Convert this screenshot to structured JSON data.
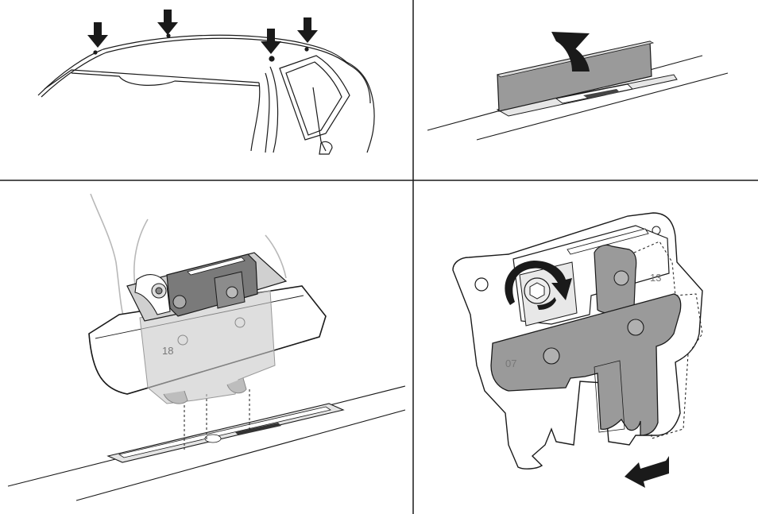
{
  "colors": {
    "line": "#1a1a1a",
    "light_line": "#888888",
    "ghost": "#bdbdbd",
    "part_gray": "#9a9a9a",
    "dark_gray": "#555555",
    "arrow": "#1a1a1a",
    "background": "#ffffff"
  },
  "panels": [
    {
      "id": "roof-points",
      "labels": []
    },
    {
      "id": "rail-cover",
      "labels": []
    },
    {
      "id": "foot-mount",
      "labels": [
        {
          "text": "18"
        }
      ]
    },
    {
      "id": "pad-adjust",
      "labels": [
        {
          "text": "13"
        },
        {
          "text": "07"
        }
      ]
    }
  ],
  "icons": [
    "down-arrow-icon",
    "curved-arrow-icon",
    "rotate-arrow-icon",
    "left-arrow-icon"
  ]
}
